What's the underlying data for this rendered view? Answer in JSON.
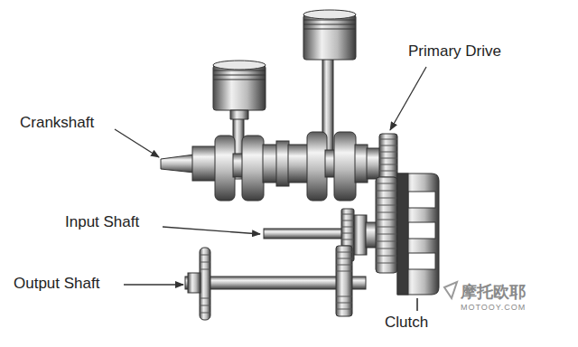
{
  "diagram": {
    "labels": [
      "Crankshaft",
      "Primary Drive",
      "Input Shaft",
      "Output Shaft",
      "Clutch",
      "摩托欧耶",
      "MOTOOY.COM"
    ]
  }
}
